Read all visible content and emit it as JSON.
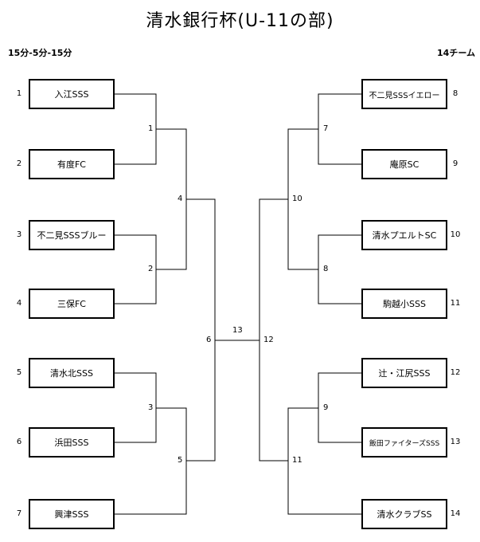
{
  "header": {
    "title": "清水銀行杯(U-11の部)",
    "format": "15分-5分-15分",
    "team_count": "14チーム"
  },
  "left_teams": [
    {
      "seed": "1",
      "name": "入江SSS"
    },
    {
      "seed": "2",
      "name": "有度FC"
    },
    {
      "seed": "3",
      "name": "不二見SSSブルー"
    },
    {
      "seed": "4",
      "name": "三保FC"
    },
    {
      "seed": "5",
      "name": "清水北SSS"
    },
    {
      "seed": "6",
      "name": "浜田SSS"
    },
    {
      "seed": "7",
      "name": "興津SSS"
    }
  ],
  "right_teams": [
    {
      "seed": "8",
      "name": "不二見SSSイエロー"
    },
    {
      "seed": "9",
      "name": "庵原SC"
    },
    {
      "seed": "10",
      "name": "清水プエルトSC"
    },
    {
      "seed": "11",
      "name": "駒越小SSS"
    },
    {
      "seed": "12",
      "name": "辻・江尻SSS"
    },
    {
      "seed": "13",
      "name": "飯田ファイターズSSS"
    },
    {
      "seed": "14",
      "name": "清水クラブSS"
    }
  ],
  "matches": {
    "m1": "1",
    "m2": "2",
    "m3": "3",
    "m4": "4",
    "m5": "5",
    "m6": "6",
    "m7": "7",
    "m8": "8",
    "m9": "9",
    "m10": "10",
    "m11": "11",
    "m12": "12",
    "m13": "13"
  }
}
